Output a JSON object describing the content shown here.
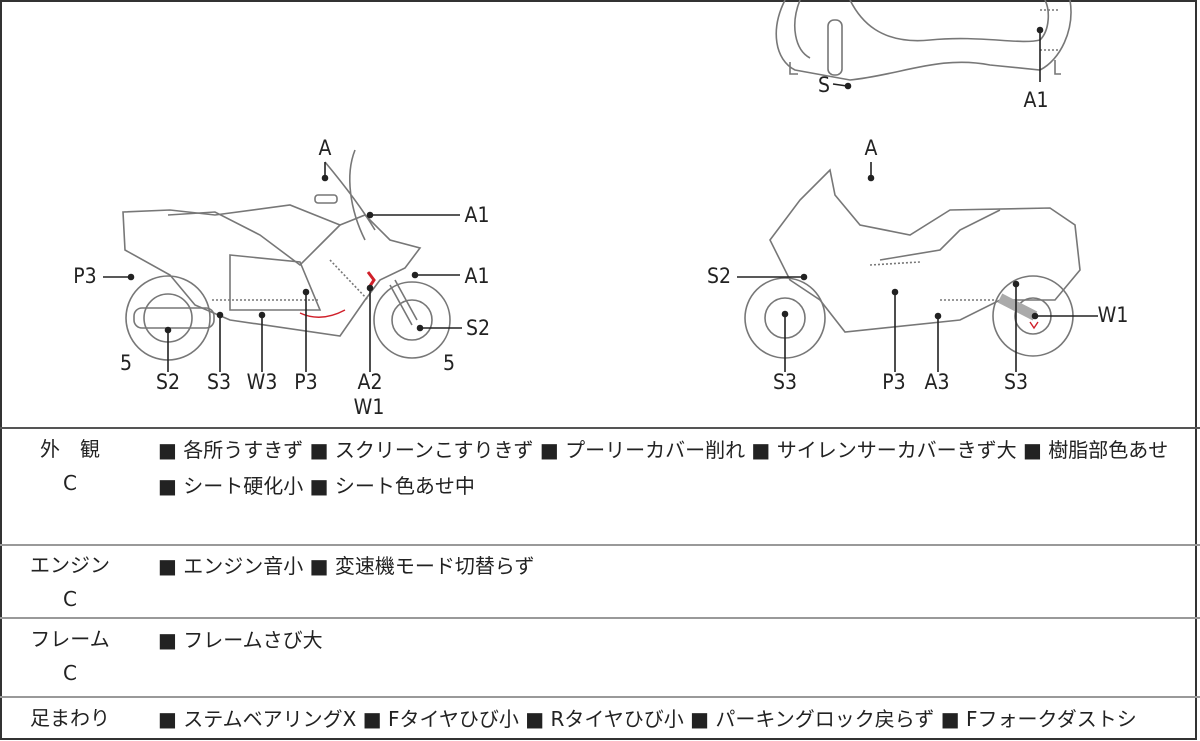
{
  "diagram": {
    "top_view": {
      "labels": [
        "S",
        "A1"
      ]
    },
    "left_view": {
      "labels": [
        "A",
        "A1",
        "A1",
        "P3",
        "S2",
        "5",
        "S2",
        "S3",
        "W3",
        "P3",
        "A2",
        "W1",
        "5"
      ]
    },
    "right_view": {
      "labels": [
        "A",
        "S2",
        "W1",
        "S3",
        "P3",
        "A3",
        "S3"
      ]
    },
    "damage_color": "#d0202a"
  },
  "sections": [
    {
      "name": "外　観",
      "grade": "C",
      "text": "■ 各所うすきず ■ スクリーンこすりきず ■ プーリーカバー削れ ■ サイレンサーカバーきず大 ■ 樹脂部色あせ ■ シート硬化小 ■ シート色あせ中"
    },
    {
      "name": "エンジン",
      "grade": "C",
      "text": "■ エンジン音小 ■ 変速機モード切替らず"
    },
    {
      "name": "フレーム",
      "grade": "C",
      "text": "■ フレームさび大"
    },
    {
      "name": "足まわり",
      "grade": "",
      "text": "■ ステムベアリングX ■ Fタイヤひび小 ■ Rタイヤひび小 ■ パーキングロック戻らず ■ Fフォークダストシ"
    }
  ]
}
